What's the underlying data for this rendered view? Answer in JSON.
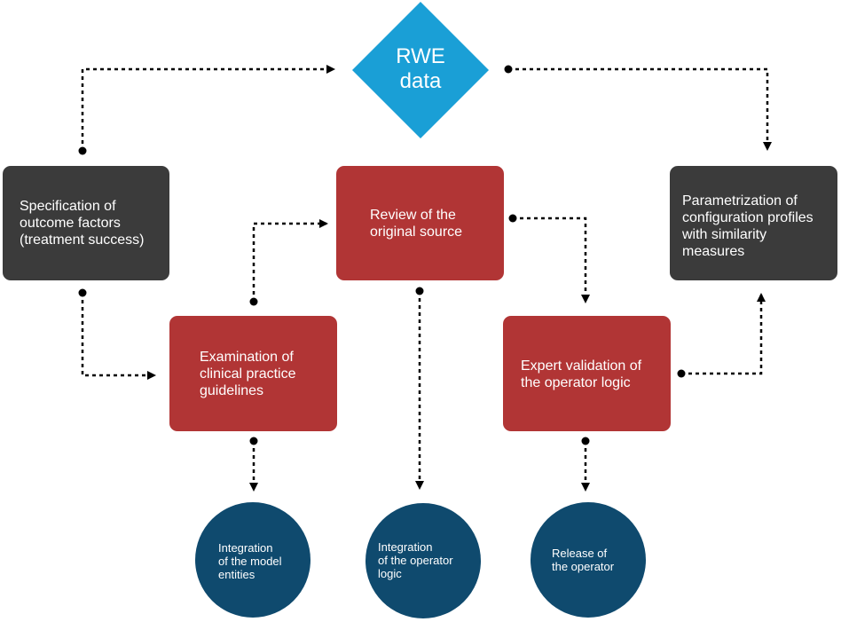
{
  "rwe": {
    "line1": "RWE",
    "line2": "data"
  },
  "specification": {
    "lines": [
      "Specification of",
      "outcome factors",
      "(treatment success)"
    ]
  },
  "review": {
    "lines": [
      "Review of the",
      "original source"
    ]
  },
  "parametrization": {
    "lines": [
      "Parametrization of",
      "configuration profiles",
      "with similarity",
      "measures"
    ]
  },
  "examination": {
    "lines": [
      "Examination of",
      "clinical practice",
      "guidelines"
    ]
  },
  "expert": {
    "lines": [
      "Expert validation of",
      "the operator logic"
    ]
  },
  "circle_model": {
    "lines": [
      "Integration",
      "of the model",
      "entities"
    ]
  },
  "circle_operator": {
    "lines": [
      "Integration",
      "of the operator",
      "logic"
    ]
  },
  "circle_release": {
    "lines": [
      "Release of",
      "the operator"
    ]
  },
  "colors": {
    "rwe": "#1a9fd6",
    "dark_box": "#3b3b3b",
    "red_box": "#b13535",
    "circle": "#0f4a6e",
    "connector": "#000000"
  }
}
